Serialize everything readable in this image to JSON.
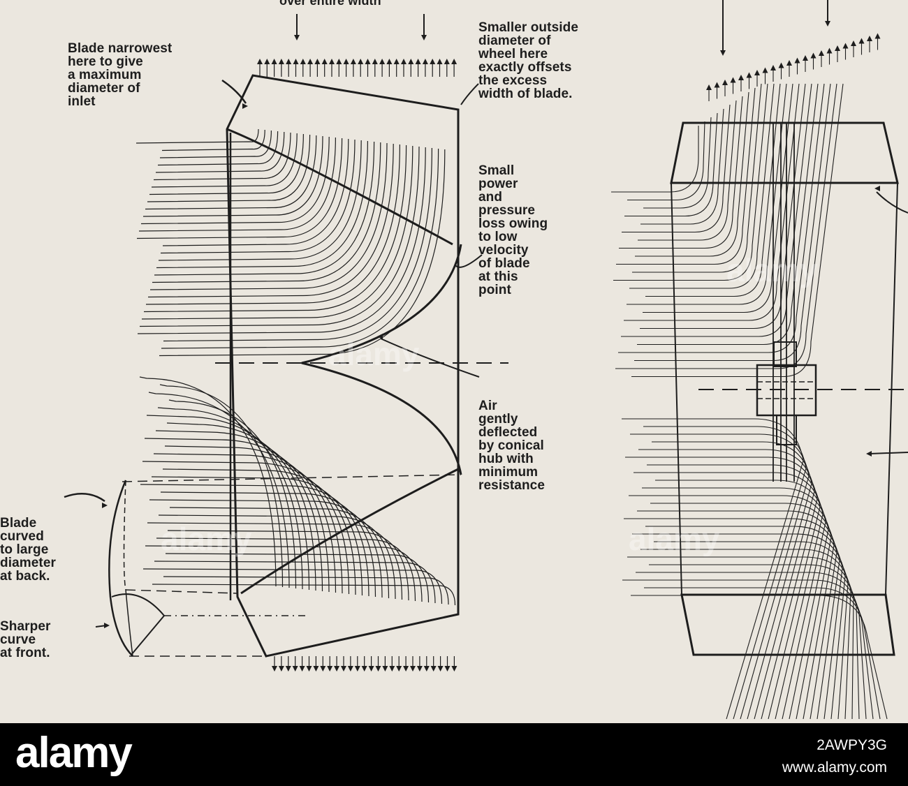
{
  "labels": {
    "top_header": "over entire width",
    "blade_narrowest": "Blade narrowest\nhere to give\na maximum\ndiameter of\ninlet",
    "smaller_outside": "Smaller outside\ndiameter of\nwheel here\nexactly offsets\nthe excess\nwidth of blade.",
    "small_power": "Small\npower\nand\npressure\nloss owing\nto low\nvelocity\nof blade\nat this\npoint",
    "air_deflected": "Air\ngently\ndeflected\nby conical\nhub with\nminimum\nresistance",
    "blade_curved": "Blade\ncurved\nto large\ndiameter\nat back.",
    "sharper_curve": "Sharper\ncurve\nat front."
  },
  "footer": {
    "logo": "alamy",
    "image_id": "2AWPY3G",
    "url": "www.alamy.com"
  },
  "watermarks": [
    "alamy",
    "alamy",
    "alamy",
    "alamy"
  ],
  "colors": {
    "paper": "#ebe7df",
    "ink": "#1d1d1d",
    "footer": "#000000"
  }
}
